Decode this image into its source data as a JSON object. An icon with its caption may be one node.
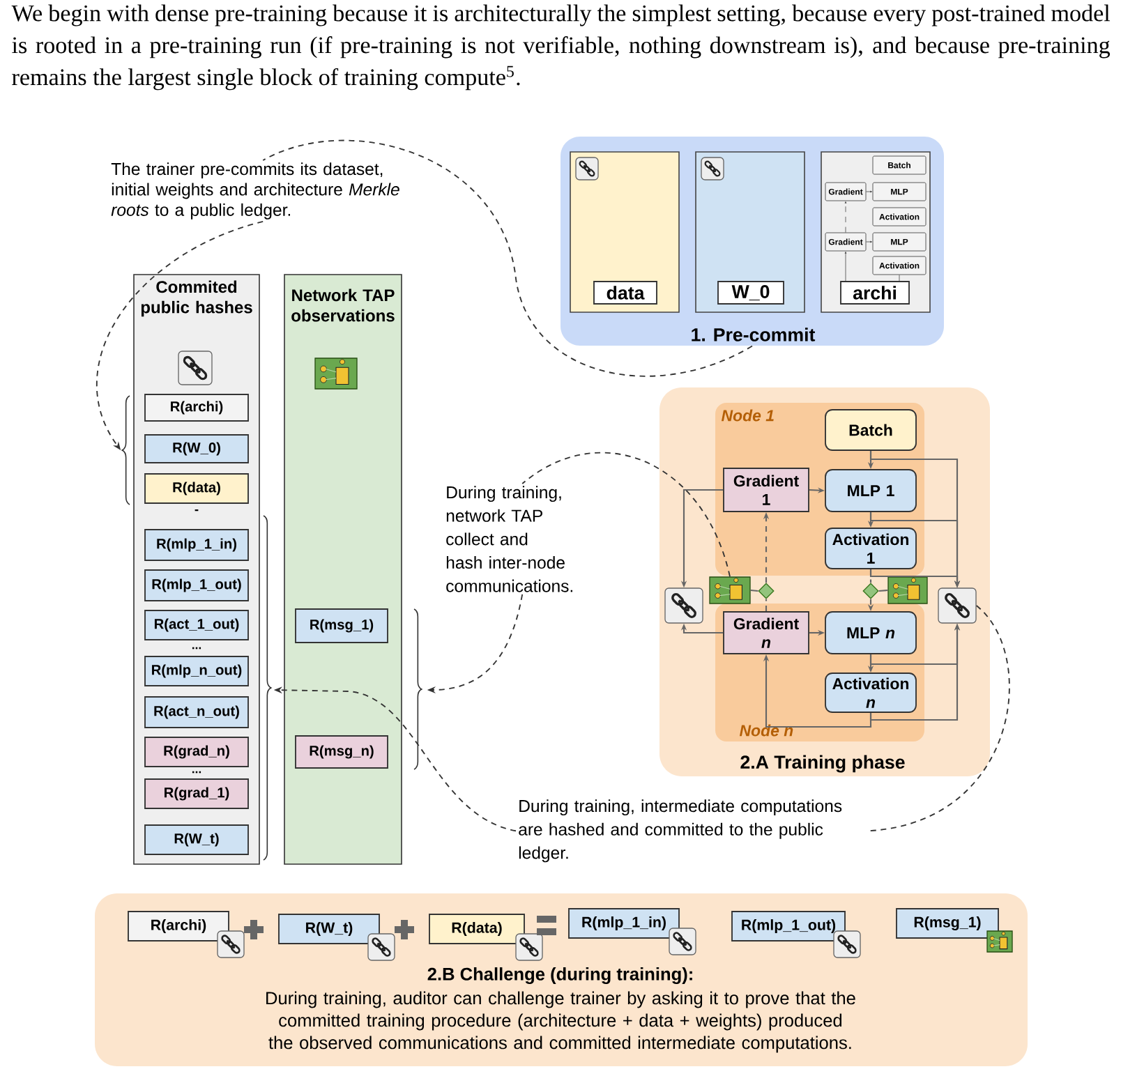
{
  "diagram": {
    "nodes": [
      {
        "text": [
          "1. Pre-commit"
        ]
      },
      {
        "text": [],
        "shape": "box",
        "in": 0
      },
      {
        "text": [
          "data"
        ],
        "in": 1
      },
      {
        "text": [],
        "shape": "box",
        "in": 0
      },
      {
        "text": [
          "W_0"
        ],
        "in": 3
      },
      {
        "text": [],
        "shape": "box",
        "in": 0
      },
      {
        "text": [
          "Batch"
        ],
        "in": 5
      },
      {
        "text": [
          "Gradient"
        ],
        "in": 5
      },
      {
        "text": [
          "MLP"
        ],
        "in": 5
      },
      {
        "text": [
          "Activation"
        ],
        "in": 5
      },
      {
        "text": [
          "Gradient"
        ],
        "in": 5
      },
      {
        "text": [
          "MLP"
        ],
        "in": 5
      },
      {
        "text": [
          "Activation"
        ],
        "in": 5
      },
      {
        "text": [
          "archi"
        ],
        "in": 5
      },
      {
        "text": [
          "The trainer pre-commits its dataset, initial weights and architecture *Merkle roots* to a public ledger."
        ]
      },
      {
        "text": [
          "Commited public hashes"
        ]
      },
      {
        "text": [
          "R(archi)"
        ],
        "in": 15
      },
      {
        "text": [
          "R(W_0)"
        ],
        "in": 15
      },
      {
        "text": [
          "R(data)"
        ],
        "in": 15
      },
      {
        "text": [
          "R(mlp_1_in)"
        ],
        "in": 15
      },
      {
        "text": [
          "R(mlp_1_out)"
        ],
        "in": 15
      },
      {
        "text": [
          "R(act_1_out)"
        ],
        "in": 15
      },
      {
        "text": [
          "R(mlp_n_out)"
        ],
        "in": 15
      },
      {
        "text": [
          "R(act_n_out)"
        ],
        "in": 15
      },
      {
        "text": [
          "R(grad_n)"
        ],
        "in": 15
      },
      {
        "text": [
          "R(grad_1)"
        ],
        "in": 15
      },
      {
        "text": [
          "R(W_t)"
        ],
        "in": 15
      },
      {
        "text": [
          "Network TAP observations"
        ]
      },
      {
        "text": [
          "R(msg_1)"
        ],
        "in": 27
      },
      {
        "text": [
          "R(msg_n)"
        ],
        "in": 27
      },
      {
        "text": [
          "During training, network TAP collect and hash inter-node communications."
        ]
      },
      {
        "text": [
          "2.A Training phase"
        ]
      },
      {
        "text": [
          "Node 1"
        ],
        "in": 31
      },
      {
        "text": [
          "Batch"
        ],
        "in": 32
      },
      {
        "text": [
          "Gradient 1"
        ],
        "in": 32
      },
      {
        "text": [
          "MLP 1"
        ],
        "in": 32
      },
      {
        "text": [
          "Activation 1"
        ],
        "in": 32
      },
      {
        "text": [
          "Node n"
        ],
        "in": 31
      },
      {
        "text": [
          "Gradient *n*"
        ],
        "in": 37
      },
      {
        "text": [
          "MLP *n*"
        ],
        "in": 37
      },
      {
        "text": [
          "Activation *n*"
        ],
        "in": 37
      },
      {
        "text": [],
        "shape": "picture",
        "in": 31
      },
      {
        "text": [],
        "shape": "picture",
        "in": 31
      },
      {
        "text": [],
        "shape": "diamond",
        "in": 31
      },
      {
        "text": [],
        "shape": "diamond",
        "in": 31
      },
      {
        "text": [],
        "shape": "picture",
        "in": 31
      },
      {
        "text": [],
        "shape": "picture",
        "in": 31
      },
      {
        "text": [
          "During training, intermediate computations are hashed and committed to the public ledger."
        ]
      },
      {
        "text": [
          "2.B Challenge (during training):",
          "During training, auditor can challenge trainer by asking it to prove that the committed training procedure (architecture + data + weights) produced the observed communications and committed intermediate computations."
        ]
      },
      {
        "text": [
          "R(archi)"
        ],
        "in": 48
      },
      {
        "text": [
          "R(W_t)"
        ],
        "in": 48
      },
      {
        "text": [
          "R(data)"
        ],
        "in": 48
      },
      {
        "text": [
          "R(mlp_1_in)"
        ],
        "in": 48
      },
      {
        "text": [
          "R(mlp_1_out)"
        ],
        "in": 48
      },
      {
        "text": [
          "R(msg_1)"
        ],
        "in": 48
      }
    ],
    "edges": [
      {
        "from": 0,
        "to": 14,
        "arrow": "none",
        "style": "dashed"
      },
      {
        "from": 14,
        "to": 15,
        "arrow": "to",
        "style": "dashed"
      },
      {
        "from": 46,
        "to": 47,
        "arrow": "none",
        "style": "dashed"
      },
      {
        "from": 47,
        "to": 15,
        "arrow": "to",
        "style": "dashed"
      },
      {
        "from": 42,
        "to": 30,
        "arrow": "none",
        "style": "dashed"
      },
      {
        "from": 30,
        "to": 27,
        "arrow": "to",
        "style": "dashed"
      },
      {
        "from": 7,
        "to": 8,
        "arrow": "to"
      },
      {
        "from": 10,
        "to": 11,
        "arrow": "to"
      },
      {
        "from": 10,
        "to": 7,
        "arrow": "to",
        "style": "dashed"
      },
      {
        "from": 13,
        "to": 10,
        "arrow": "to"
      },
      {
        "from": 13,
        "to": 12,
        "arrow": "none"
      },
      {
        "from": 33,
        "to": 35,
        "arrow": "to"
      },
      {
        "from": 34,
        "to": 35,
        "arrow": "to"
      },
      {
        "from": 35,
        "to": 36,
        "arrow": "to"
      },
      {
        "from": 36,
        "to": 44,
        "arrow": "none",
        "style": "dashed"
      },
      {
        "from": 44,
        "to": 39,
        "arrow": "to",
        "style": "dashed"
      },
      {
        "from": 38,
        "to": 43,
        "arrow": "none",
        "style": "dashed"
      },
      {
        "from": 43,
        "to": 34,
        "arrow": "to",
        "style": "dashed"
      },
      {
        "from": 38,
        "to": 39,
        "arrow": "to"
      },
      {
        "from": 39,
        "to": 40,
        "arrow": "to"
      },
      {
        "from": 40,
        "to": 38,
        "arrow": "to"
      },
      {
        "from": 34,
        "to": 41,
        "arrow": "to"
      },
      {
        "from": 38,
        "to": 41,
        "arrow": "to"
      },
      {
        "from": 33,
        "to": 46,
        "arrow": "to"
      },
      {
        "from": 35,
        "to": 46,
        "arrow": "to"
      },
      {
        "from": 36,
        "to": 46,
        "arrow": "to"
      },
      {
        "from": 39,
        "to": 46,
        "arrow": "to"
      },
      {
        "from": 40,
        "to": 46,
        "arrow": "to"
      },
      {
        "from": 42,
        "to": 43,
        "arrow": "none"
      },
      {
        "from": 45,
        "to": 44,
        "arrow": "none"
      }
    ],
    "labels": [
      "We begin with dense pre-training because it is architecturally the simplest setting, because every post-trained model is rooted in a pre-training run (if pre-training is not verifiable, nothing downstream is), and because pre-training remains the largest single block of training compute$^{5}$.",
      "-",
      "...",
      "..."
    ]
  }
}
